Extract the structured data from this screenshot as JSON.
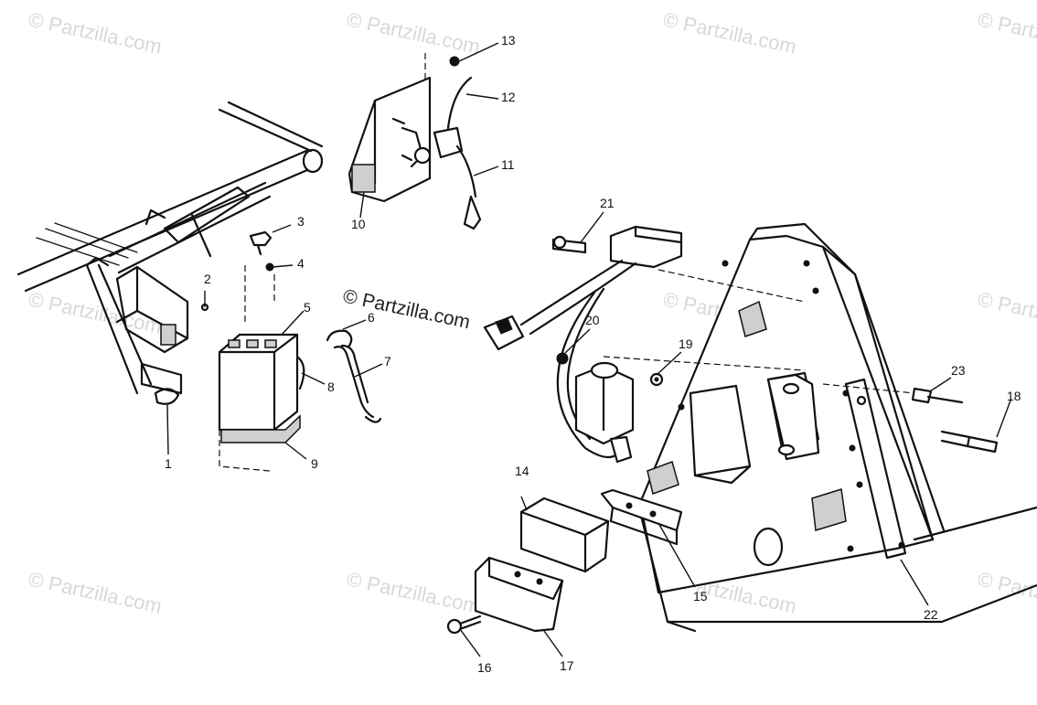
{
  "watermark": {
    "text": "© Partzilla.com",
    "main_text": "© Partzilla.com",
    "color": "#d8d8d8"
  },
  "callouts": [
    "1",
    "2",
    "3",
    "4",
    "5",
    "6",
    "7",
    "8",
    "9",
    "10",
    "11",
    "12",
    "13",
    "14",
    "15",
    "16",
    "17",
    "18",
    "19",
    "20",
    "21",
    "22",
    "23"
  ]
}
